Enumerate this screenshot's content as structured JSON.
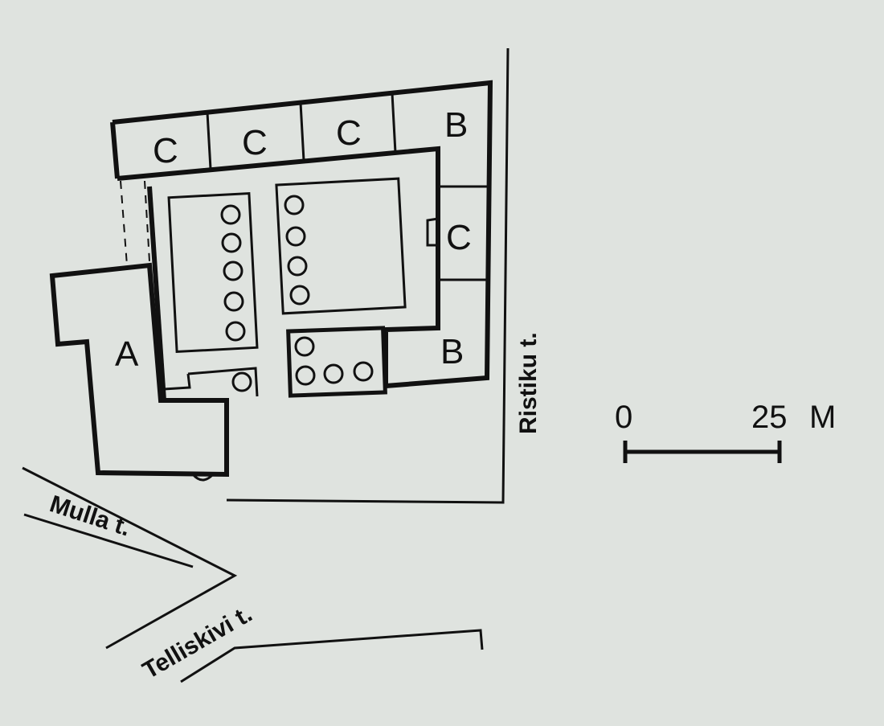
{
  "plan": {
    "building_labels": {
      "a": "A",
      "b_north": "B",
      "b_south": "B",
      "c1": "C",
      "c2": "C",
      "c3": "C",
      "c_east": "C"
    },
    "streets": {
      "mulla": "Mulla t.",
      "telliskivi": "Telliskivi t.",
      "ristiku": "Ristiku t."
    },
    "scale": {
      "start": "0",
      "end": "25",
      "unit": "M"
    }
  }
}
